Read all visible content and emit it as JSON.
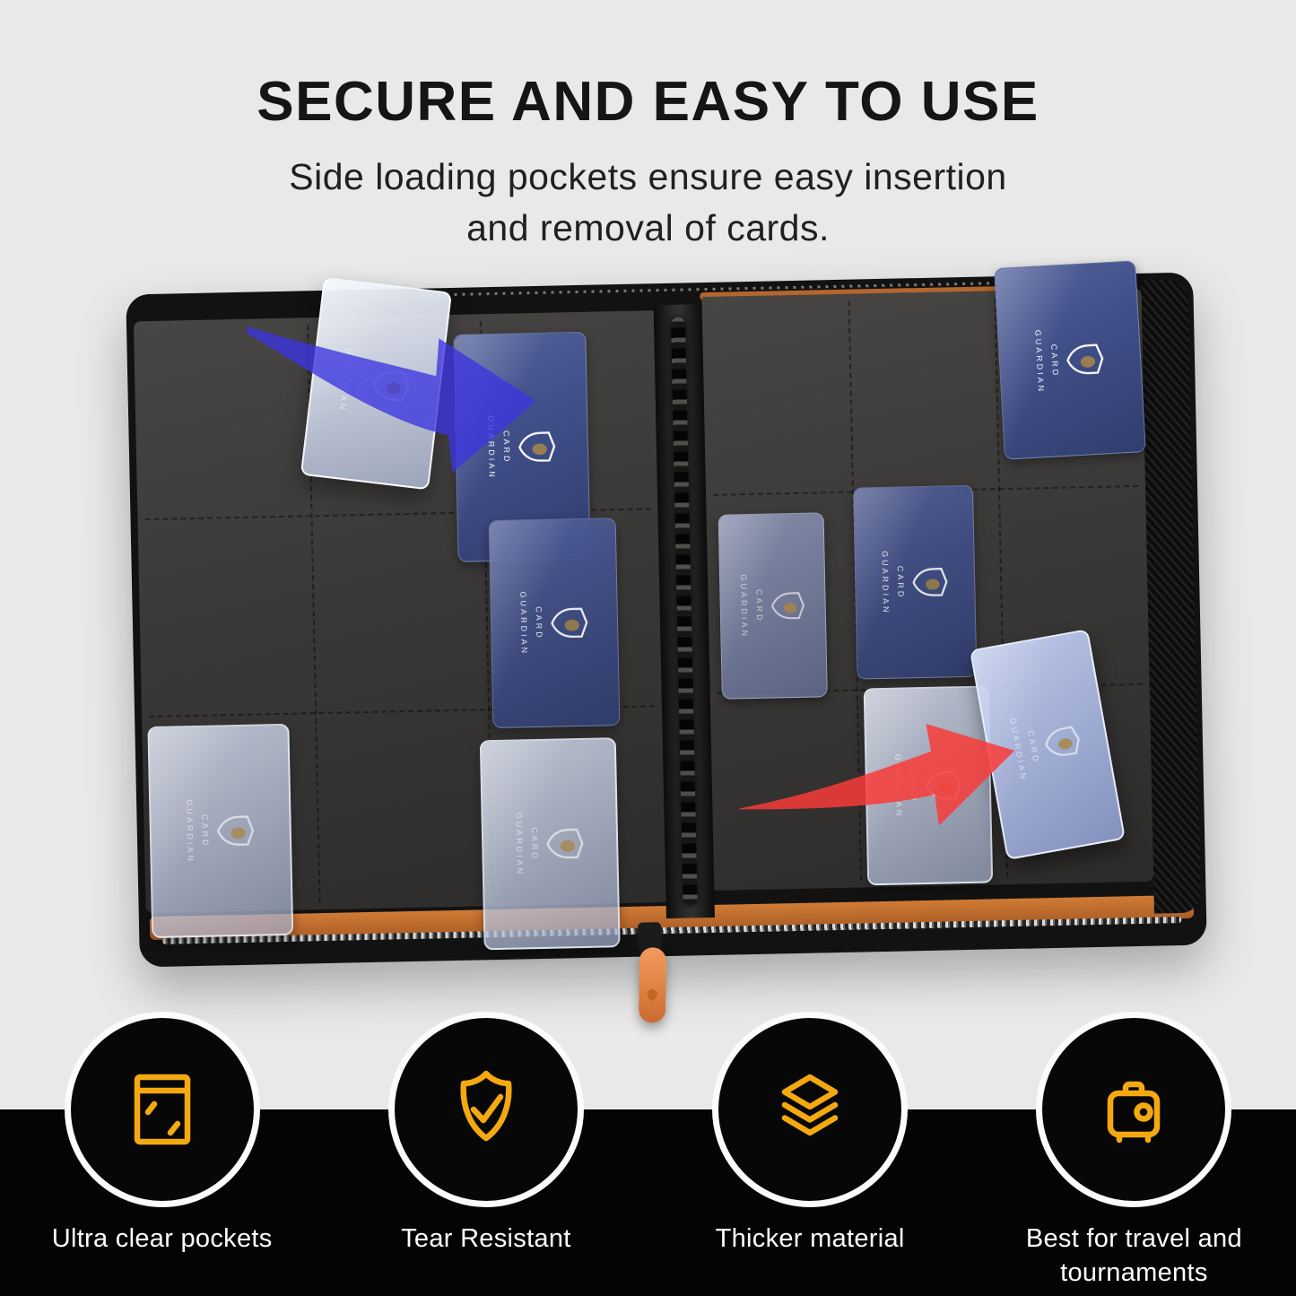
{
  "header": {
    "title": "SECURE AND EASY TO USE",
    "subtitle_line1": "Side loading pockets ensure easy insertion",
    "subtitle_line2": "and removal of cards."
  },
  "binder": {
    "brand": {
      "line1": "CARD",
      "line2": "GUARDIAN"
    },
    "pockets_per_page": 9,
    "cards_visible": 10
  },
  "annotations": {
    "insert_arrow": {
      "direction": "right",
      "color": "#3b35e0",
      "meaning": "card insertion into side-loading pocket"
    },
    "remove_arrow": {
      "direction": "right",
      "color": "#f93b38",
      "meaning": "card removal from side-loading pocket"
    }
  },
  "features": [
    {
      "icon": "pocket-icon",
      "label": "Ultra clear pockets"
    },
    {
      "icon": "shield-check-icon",
      "label": "Tear Resistant"
    },
    {
      "icon": "layers-icon",
      "label": "Thicker material"
    },
    {
      "icon": "suitcase-icon",
      "label": "Best for travel and tournaments"
    }
  ],
  "colors": {
    "background": "#e9e9ea",
    "band": "#040404",
    "accent_amber": "#F3A90F",
    "card_navy": "#41508a",
    "lining_orange": "#bf6e2e",
    "zipper_pull_orange": "#dd7f41",
    "arrow_blue": "#3b35e0",
    "arrow_red": "#f93b38"
  }
}
